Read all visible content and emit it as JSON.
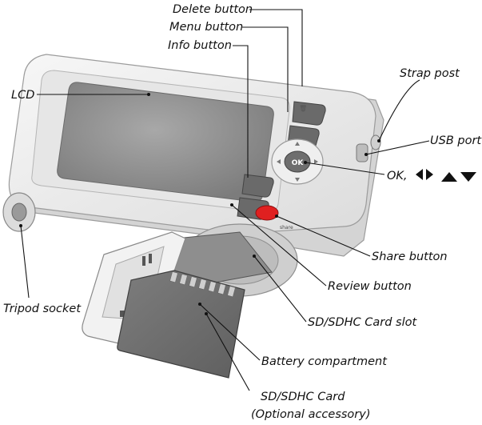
{
  "diagram": {
    "callouts": {
      "delete": "Delete button",
      "menu": "Menu button",
      "info": "Info button",
      "lcd": "LCD",
      "strap": "Strap post",
      "usb": "USB port",
      "ok": "OK,",
      "share": "Share button",
      "review": "Review button",
      "card_slot": "SD/SDHC Card slot",
      "tripod": "Tripod socket",
      "battery": "Battery compartment",
      "card_line1": "SD/SDHC Card",
      "card_line2": "(Optional accessory)"
    },
    "camera_marks": {
      "ok_key": "OK",
      "share_mark": "share"
    },
    "colors": {
      "body": "#ececec",
      "body_edge": "#b9b9b9",
      "lcd": "#8a8a8a",
      "card": "#6f6f6f",
      "share_button": "#e02020",
      "text": "#111111"
    }
  }
}
